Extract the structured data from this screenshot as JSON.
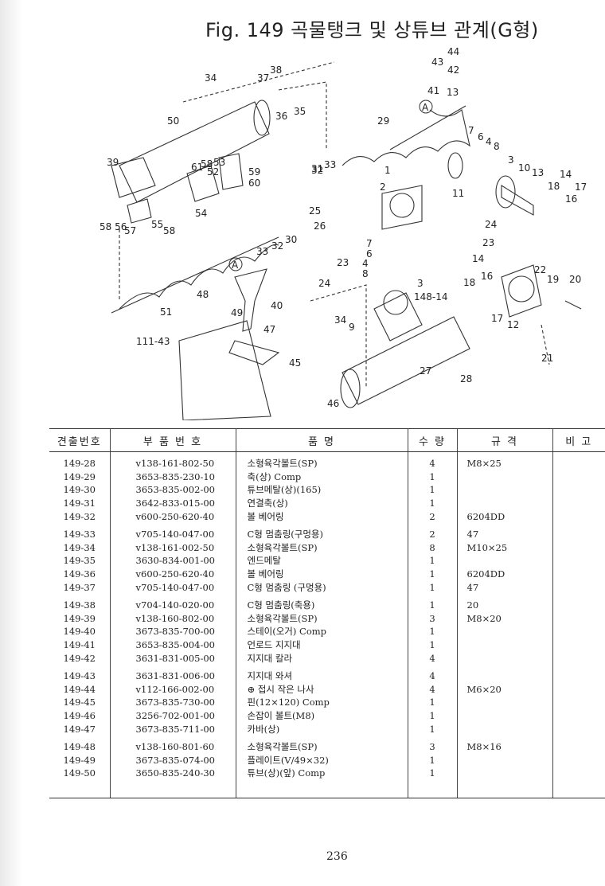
{
  "title": "Fig. 149  곡물탱크 및 상튜브 관계(G형)",
  "page_number": "236",
  "diagram": {
    "callouts": [
      "34",
      "38",
      "37",
      "36",
      "35",
      "44",
      "43",
      "42",
      "41",
      "13",
      "50",
      "29",
      "7",
      "6",
      "4",
      "8",
      "3",
      "10",
      "13",
      "14",
      "18",
      "16",
      "17",
      "39",
      "32",
      "33",
      "31",
      "1",
      "2",
      "11",
      "61",
      "58",
      "53",
      "52",
      "59",
      "60",
      "54",
      "58 56",
      "57",
      "55",
      "58",
      "25",
      "26",
      "30",
      "33",
      "32",
      "24",
      "23",
      "7",
      "6",
      "4",
      "8",
      "A",
      "A",
      "14",
      "18",
      "16",
      "22",
      "19",
      "20",
      "48",
      "49",
      "40",
      "47",
      "51",
      "3",
      "148-14",
      "34",
      "9",
      "111-43",
      "12",
      "21",
      "45",
      "27",
      "28",
      "46"
    ]
  },
  "table": {
    "headers": [
      "견출번호",
      "부 품 번 호",
      "품 명",
      "수 량",
      "규 격",
      "비 고"
    ],
    "groups": [
      [
        {
          "no": "149-28",
          "part": "v138-161-802-50",
          "name": "소형육각볼트(SP)",
          "qty": "4",
          "spec": "M8×25"
        },
        {
          "no": "149-29",
          "part": "3653-835-230-10",
          "name": "축(상) Comp",
          "qty": "1",
          "spec": ""
        },
        {
          "no": "149-30",
          "part": "3653-835-002-00",
          "name": "튜브메탈(상)(165)",
          "qty": "1",
          "spec": ""
        },
        {
          "no": "149-31",
          "part": "3642-833-015-00",
          "name": "연결축(상)",
          "qty": "1",
          "spec": ""
        },
        {
          "no": "149-32",
          "part": "v600-250-620-40",
          "name": "볼 베어링",
          "qty": "2",
          "spec": "6204DD"
        }
      ],
      [
        {
          "no": "149-33",
          "part": "v705-140-047-00",
          "name": "C형 멈춤링(구멍용)",
          "qty": "2",
          "spec": "47"
        },
        {
          "no": "149-34",
          "part": "v138-161-002-50",
          "name": "소형육각볼트(SP)",
          "qty": "8",
          "spec": "M10×25"
        },
        {
          "no": "149-35",
          "part": "3630-834-001-00",
          "name": "엔드메탈",
          "qty": "1",
          "spec": ""
        },
        {
          "no": "149-36",
          "part": "v600-250-620-40",
          "name": "볼 베어링",
          "qty": "1",
          "spec": "6204DD"
        },
        {
          "no": "149-37",
          "part": "v705-140-047-00",
          "name": "C형 멈춤링 (구멍용)",
          "qty": "1",
          "spec": "47"
        }
      ],
      [
        {
          "no": "149-38",
          "part": "v704-140-020-00",
          "name": "C형 멈춤링(축용)",
          "qty": "1",
          "spec": "20"
        },
        {
          "no": "149-39",
          "part": "v138-160-802-00",
          "name": "소형육각볼트(SP)",
          "qty": "3",
          "spec": "M8×20"
        },
        {
          "no": "149-40",
          "part": "3673-835-700-00",
          "name": "스테이(오거) Comp",
          "qty": "1",
          "spec": ""
        },
        {
          "no": "149-41",
          "part": "3653-835-004-00",
          "name": "언로드 지지대",
          "qty": "1",
          "spec": ""
        },
        {
          "no": "149-42",
          "part": "3631-831-005-00",
          "name": "지지대 칼라",
          "qty": "4",
          "spec": ""
        }
      ],
      [
        {
          "no": "149-43",
          "part": "3631-831-006-00",
          "name": "지지대 와셔",
          "qty": "4",
          "spec": ""
        },
        {
          "no": "149-44",
          "part": "v112-166-002-00",
          "name": "⊕ 접시 작은 나사",
          "qty": "4",
          "spec": "M6×20"
        },
        {
          "no": "149-45",
          "part": "3673-835-730-00",
          "name": "핀(12×120) Comp",
          "qty": "1",
          "spec": ""
        },
        {
          "no": "149-46",
          "part": "3256-702-001-00",
          "name": "손잡이 볼트(M8)",
          "qty": "1",
          "spec": ""
        },
        {
          "no": "149-47",
          "part": "3673-835-711-00",
          "name": "카바(상)",
          "qty": "1",
          "spec": ""
        }
      ],
      [
        {
          "no": "149-48",
          "part": "v138-160-801-60",
          "name": "소형육각볼트(SP)",
          "qty": "3",
          "spec": "M8×16"
        },
        {
          "no": "149-49",
          "part": "3673-835-074-00",
          "name": "플레이트(V/49×32)",
          "qty": "1",
          "spec": ""
        },
        {
          "no": "149-50",
          "part": "3650-835-240-30",
          "name": "튜브(상)(앞) Comp",
          "qty": "1",
          "spec": ""
        }
      ]
    ]
  }
}
